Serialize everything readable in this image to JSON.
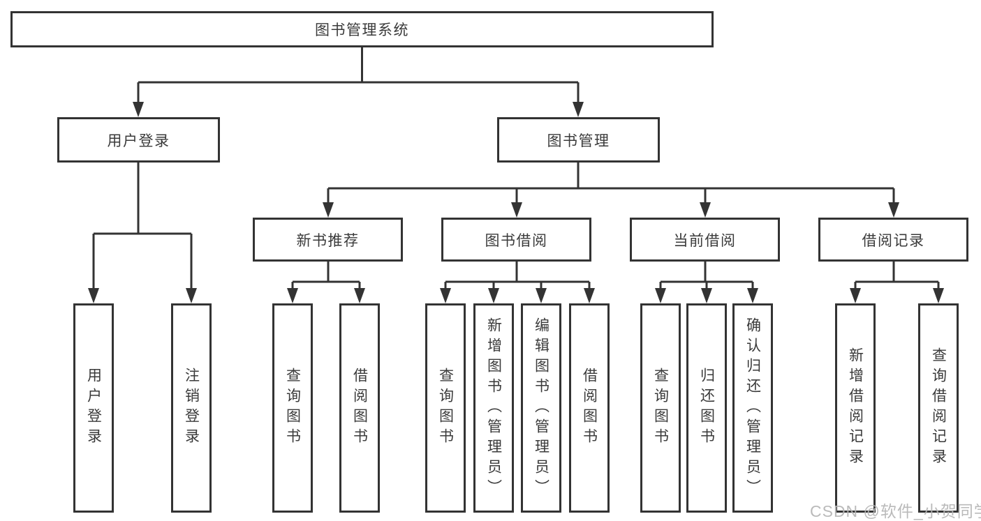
{
  "watermark": {
    "text": "CSDN @软件_小贺同学",
    "color": "#b5b5b5"
  },
  "colors": {
    "line": "#333333",
    "text": "#3a3a3a",
    "background": "#ffffff"
  },
  "tree": {
    "label": "图书管理系统",
    "children": [
      {
        "label": "用户登录",
        "children": [
          {
            "label": "用户登录"
          },
          {
            "label": "注销登录"
          }
        ]
      },
      {
        "label": "图书管理",
        "children": [
          {
            "label": "新书推荐",
            "children": [
              {
                "label": "查询图书"
              },
              {
                "label": "借阅图书"
              }
            ]
          },
          {
            "label": "图书借阅",
            "children": [
              {
                "label": "查询图书"
              },
              {
                "label": "新增图书（管理员）"
              },
              {
                "label": "编辑图书（管理员）"
              },
              {
                "label": "借阅图书"
              }
            ]
          },
          {
            "label": "当前借阅",
            "children": [
              {
                "label": "查询图书"
              },
              {
                "label": "归还图书"
              },
              {
                "label": "确认归还（管理员）"
              }
            ]
          },
          {
            "label": "借阅记录",
            "children": [
              {
                "label": "新增借阅记录"
              },
              {
                "label": "查询借阅记录"
              }
            ]
          }
        ]
      }
    ]
  }
}
